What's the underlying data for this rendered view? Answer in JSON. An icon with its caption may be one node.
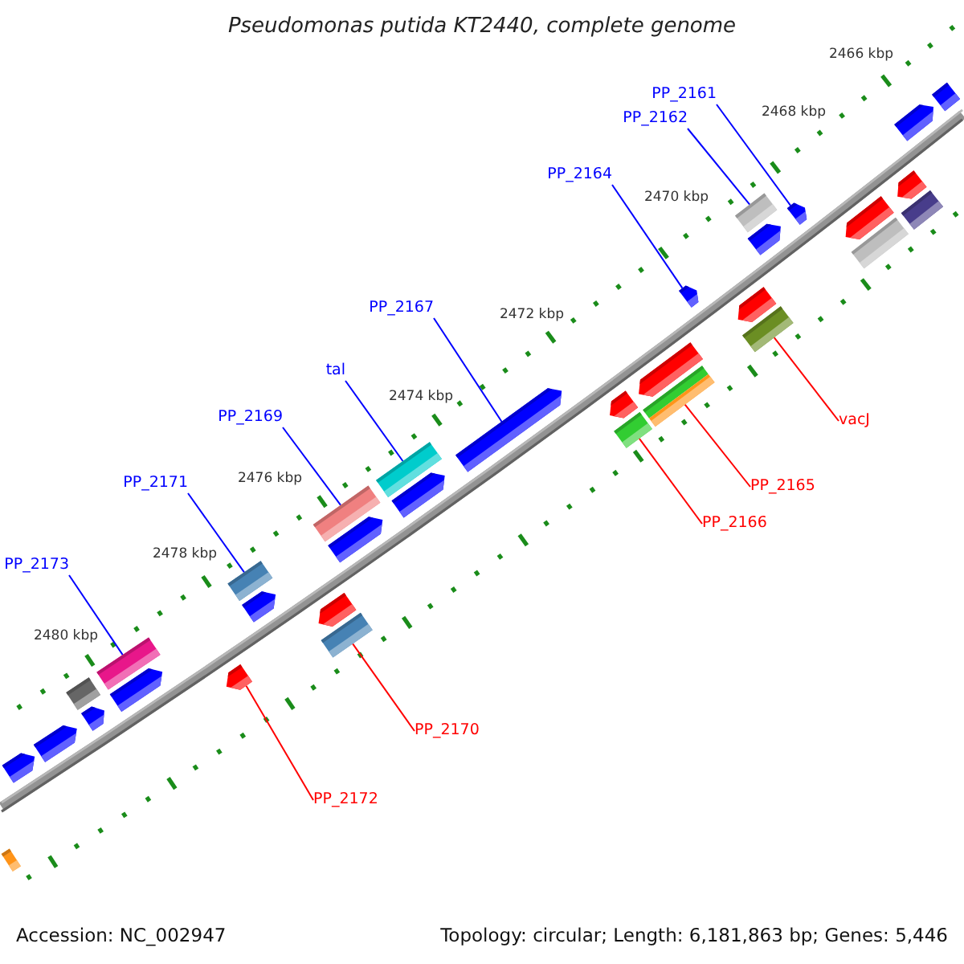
{
  "diagram": {
    "title": "Pseudomonas putida KT2440, complete genome",
    "nodes": [
      {
        "text": [
          "PP_2161"
        ]
      },
      {
        "text": [
          "PP_2162"
        ]
      },
      {
        "text": [
          "PP_2164"
        ]
      },
      {
        "text": [
          "PP_2167"
        ]
      },
      {
        "text": [
          "tal"
        ]
      },
      {
        "text": [
          "PP_2169"
        ]
      },
      {
        "text": [
          "vacJ"
        ]
      },
      {
        "text": [
          "PP_2171"
        ]
      },
      {
        "text": [
          "PP_2165"
        ]
      },
      {
        "text": [
          "PP_2166"
        ]
      },
      {
        "text": [
          "PP_2173"
        ]
      },
      {
        "text": [
          "PP_2170"
        ]
      },
      {
        "text": [
          "PP_2172"
        ]
      },
      {
        "text": [],
        "shape": "bar"
      },
      {
        "text": [],
        "shape": "pentagon"
      },
      {
        "text": [],
        "shape": "pentagon"
      },
      {
        "text": [],
        "shape": "bar"
      },
      {
        "text": [],
        "shape": "bar"
      },
      {
        "text": [],
        "shape": "pentagon"
      },
      {
        "text": [],
        "shape": "pentagon"
      },
      {
        "text": [],
        "shape": "pentagon"
      },
      {
        "text": [],
        "shape": "bar"
      },
      {
        "text": [],
        "shape": "pentagon"
      },
      {
        "text": [],
        "shape": "pentagon"
      },
      {
        "text": [],
        "shape": "bar"
      },
      {
        "text": [],
        "shape": "pentagon"
      },
      {
        "text": [],
        "shape": "bar"
      },
      {
        "text": [],
        "shape": "pentagon"
      },
      {
        "text": [],
        "shape": "pentagon"
      },
      {
        "text": [],
        "shape": "bar"
      },
      {
        "text": [],
        "shape": "bar"
      },
      {
        "text": [],
        "shape": "pentagon"
      },
      {
        "text": [],
        "shape": "bar"
      },
      {
        "text": [],
        "shape": "pentagon"
      },
      {
        "text": [],
        "shape": "bar"
      },
      {
        "text": [],
        "shape": "pentagon"
      },
      {
        "text": [],
        "shape": "pentagon"
      },
      {
        "text": [],
        "shape": "bar"
      },
      {
        "text": [],
        "shape": "bar"
      },
      {
        "text": [],
        "shape": "pentagon"
      },
      {
        "text": [],
        "shape": "pentagon"
      },
      {
        "text": [],
        "shape": "bar"
      },
      {
        "text": [],
        "shape": "pentagon"
      },
      {
        "text": [],
        "shape": "pentagon"
      },
      {
        "text": [],
        "shape": "pentagon"
      },
      {
        "text": [],
        "shape": "bar"
      }
    ],
    "edges": [
      {
        "from": 0,
        "to": 18,
        "arrow": "none"
      },
      {
        "from": 1,
        "to": 17,
        "arrow": "none"
      },
      {
        "from": 2,
        "to": 22,
        "arrow": "none"
      },
      {
        "from": 3,
        "to": 28,
        "arrow": "none"
      },
      {
        "from": 4,
        "to": 30,
        "arrow": "none"
      },
      {
        "from": 5,
        "to": 32,
        "arrow": "none"
      },
      {
        "from": 6,
        "to": 24,
        "arrow": "none",
        "color": "#ff0000"
      },
      {
        "from": 7,
        "to": 34,
        "arrow": "none"
      },
      {
        "from": 8,
        "to": 26,
        "arrow": "none",
        "color": "#ff0000"
      },
      {
        "from": 9,
        "to": 29,
        "arrow": "none",
        "color": "#ff0000"
      },
      {
        "from": 10,
        "to": 38,
        "arrow": "none"
      },
      {
        "from": 11,
        "to": 37,
        "arrow": "none",
        "color": "#ff0000"
      },
      {
        "from": 12,
        "to": 39,
        "arrow": "none",
        "color": "#ff0000"
      }
    ],
    "labels": [
      "2466 kbp",
      "2468 kbp",
      "2470 kbp",
      "2472 kbp",
      "2474 kbp",
      "2476 kbp",
      "2478 kbp",
      "2480 kbp",
      "Accession: NC_002947",
      "Topology: circular; Length: 6,181,863 bp; Genes: 5,446"
    ]
  }
}
